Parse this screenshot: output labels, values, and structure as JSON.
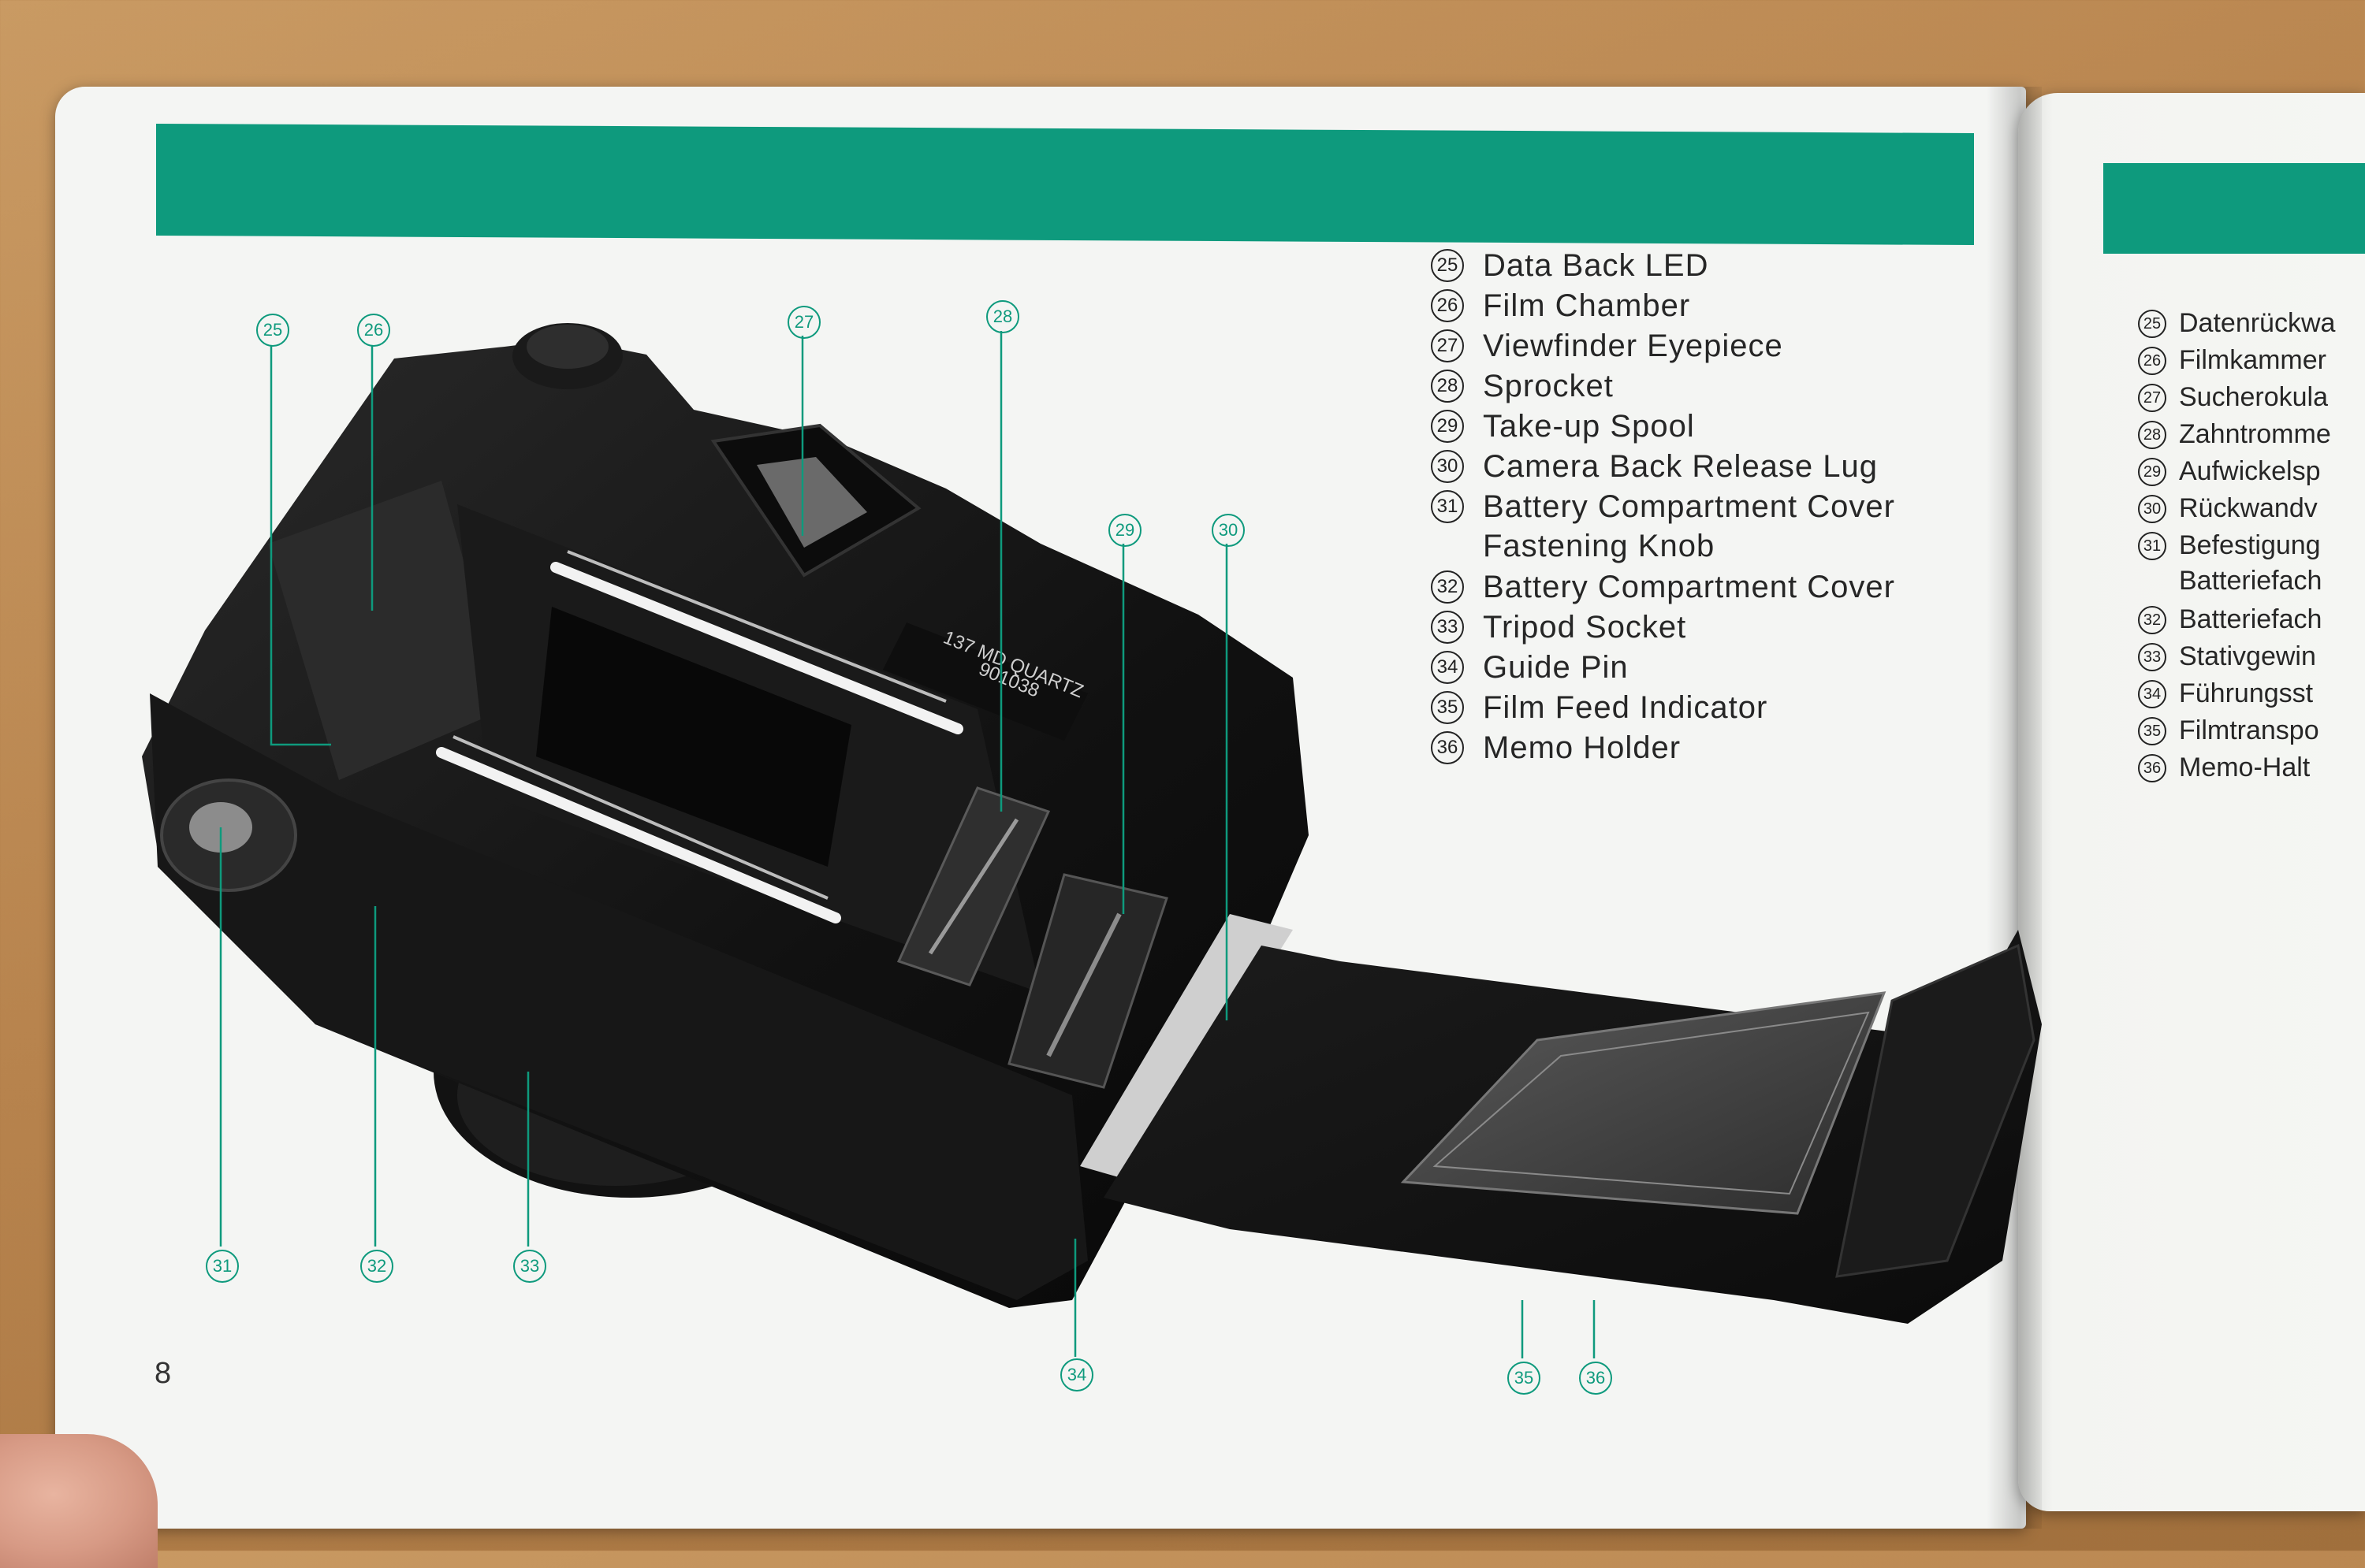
{
  "page_number": "8",
  "callouts": [
    "25",
    "26",
    "27",
    "28",
    "29",
    "30",
    "31",
    "32",
    "33",
    "34",
    "35",
    "36"
  ],
  "legend_en": [
    {
      "num": "25",
      "label": "Data Back LED"
    },
    {
      "num": "26",
      "label": "Film Chamber"
    },
    {
      "num": "27",
      "label": "Viewfinder Eyepiece"
    },
    {
      "num": "28",
      "label": "Sprocket"
    },
    {
      "num": "29",
      "label": "Take-up Spool"
    },
    {
      "num": "30",
      "label": "Camera Back Release Lug"
    },
    {
      "num": "31",
      "label": "Battery Compartment Cover\nFastening Knob"
    },
    {
      "num": "32",
      "label": "Battery Compartment Cover"
    },
    {
      "num": "33",
      "label": "Tripod Socket"
    },
    {
      "num": "34",
      "label": "Guide Pin"
    },
    {
      "num": "35",
      "label": "Film Feed Indicator"
    },
    {
      "num": "36",
      "label": "Memo Holder"
    }
  ],
  "legend_de": [
    {
      "num": "25",
      "label": "Datenrückwa"
    },
    {
      "num": "26",
      "label": "Filmkammer"
    },
    {
      "num": "27",
      "label": "Sucherokula"
    },
    {
      "num": "28",
      "label": "Zahntromme"
    },
    {
      "num": "29",
      "label": "Aufwickelsp"
    },
    {
      "num": "30",
      "label": "Rückwandv"
    },
    {
      "num": "31",
      "label": "Befestigung\nBatteriefach"
    },
    {
      "num": "32",
      "label": "Batteriefach"
    },
    {
      "num": "33",
      "label": "Stativgewin"
    },
    {
      "num": "34",
      "label": "Führungsst"
    },
    {
      "num": "35",
      "label": "Filmtranspo"
    },
    {
      "num": "36",
      "label": "Memo-Halt"
    }
  ],
  "camera_marking": {
    "line1": "137 MD QUARTZ",
    "line2": "901038"
  },
  "colors": {
    "accent": "#0e9a7d",
    "page": "#f4f5f3",
    "camera": "#141414"
  }
}
